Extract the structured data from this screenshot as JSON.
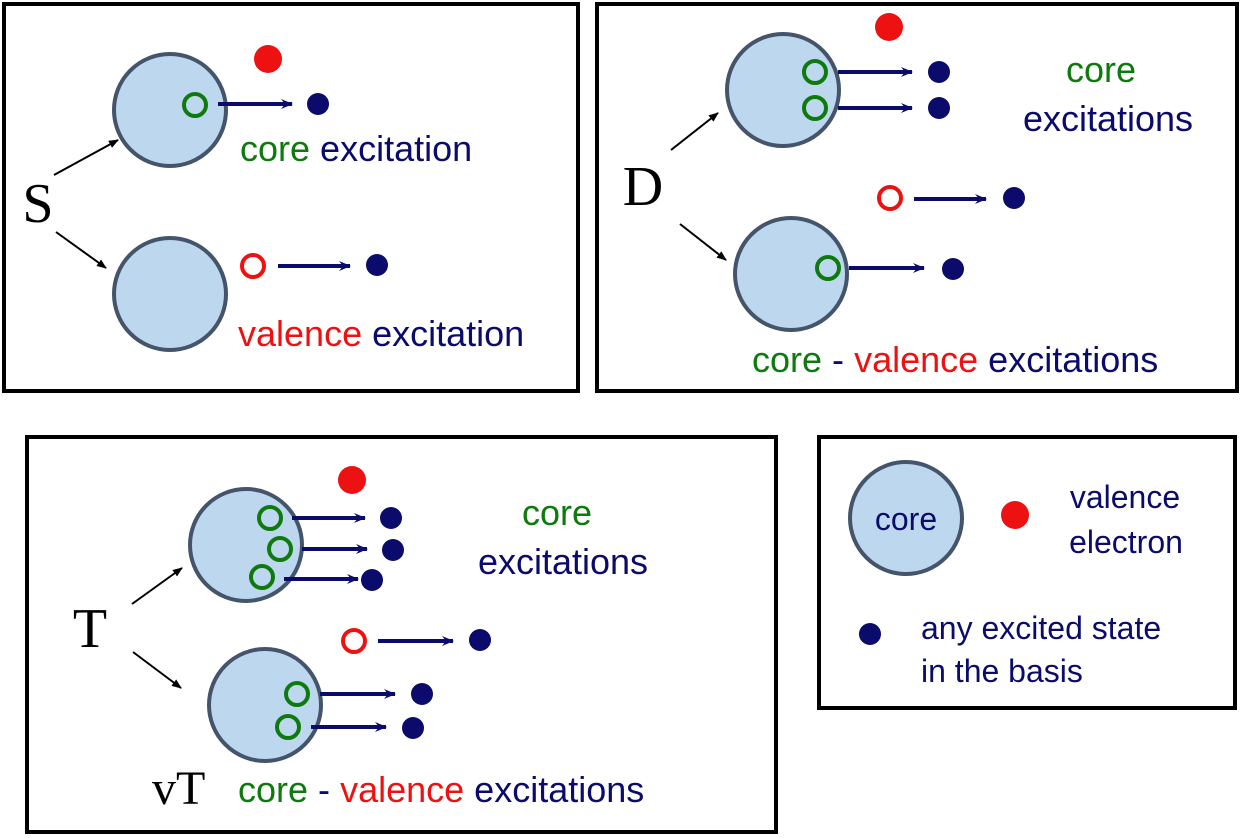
{
  "colors": {
    "core_fill": "#bdd7ee",
    "core_stroke": "#44546a",
    "green": "#0e7a0e",
    "red": "#ee1111",
    "navy": "#0b0b6b",
    "black": "#000000"
  },
  "panel_s": {
    "letter": "S",
    "caption_core": "core",
    "caption_excitation_1": "excitation",
    "caption_valence": "valence",
    "caption_excitation_2": "excitation"
  },
  "panel_d": {
    "letter": "D",
    "core_word": "core",
    "excitations_word": "excitations",
    "cv_core": "core",
    "cv_dash": "-",
    "cv_valence": "valence",
    "cv_excitations": "excitations"
  },
  "panel_t": {
    "letter": "T",
    "vt_label": "vT",
    "core_word": "core",
    "excitations_word": "excitations",
    "cv_core": "core",
    "cv_dash": "-",
    "cv_valence": "valence",
    "cv_excitations": "excitations"
  },
  "legend": {
    "core_label": "core",
    "valence_line1": "valence",
    "valence_line2": "electron",
    "excited_line1": "any excited state",
    "excited_line2": "in the basis"
  }
}
